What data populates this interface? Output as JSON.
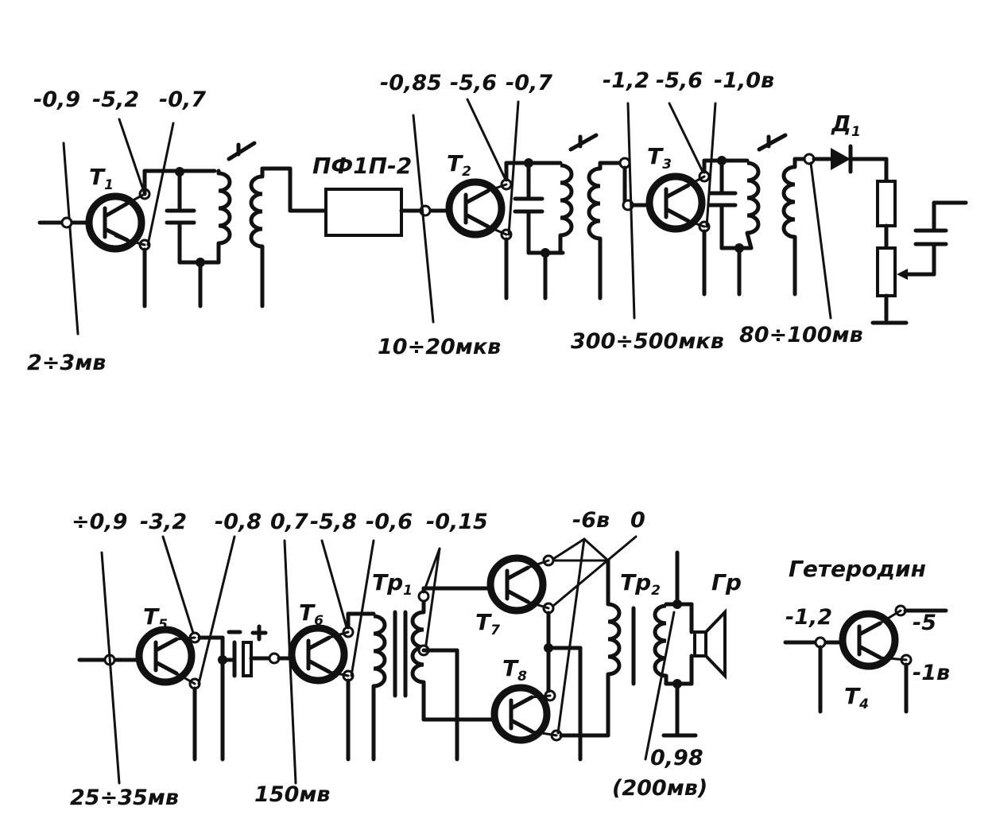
{
  "voltages": {
    "t1_base": "-0,9",
    "t1_collector": "-5,2",
    "t1_emitter": "-0,7",
    "t2_base": "-0,85",
    "t2_collector": "-5,6",
    "t2_emitter": "-0,7",
    "t3_base": "-1,2",
    "t3_collector": "-5,6",
    "t3_emitter": "-1,0в",
    "t5_base": "÷0,9",
    "t5_collector": "-3,2",
    "t5_emitter": "-0,8",
    "t6_base": "0,7",
    "t6_collector": "-5,8",
    "t6_emitter": "-0,6",
    "tr1_tap": "-0,15",
    "push_pull_supply": "-6в",
    "push_pull_zero": "0",
    "t4_base": "-1,2",
    "t4_collector": "-5",
    "t4_emitter": "-1в"
  },
  "signals": {
    "input": "2÷3мв",
    "after_filter": "10÷20мкв",
    "after_t2": "300÷500мкв",
    "before_detector": "80÷100мв",
    "t5_input": "25÷35мв",
    "t6_input": "150мв",
    "speaker": "0,98",
    "speaker_voltage": "(200мв)"
  },
  "components": {
    "filter": "ПФ1П-2",
    "diode": "Д",
    "diode_index": "1",
    "t1": "Т",
    "t1_index": "1",
    "t2": "Т",
    "t2_index": "2",
    "t3": "Т",
    "t3_index": "3",
    "t4": "Т",
    "t4_index": "4",
    "t5": "Т",
    "t5_index": "5",
    "t6": "Т",
    "t6_index": "6",
    "t7": "Т",
    "t7_index": "7",
    "t8": "Т",
    "t8_index": "8",
    "tr1": "Тр",
    "tr1_index": "1",
    "tr2": "Тр",
    "tr2_index": "2",
    "speaker": "Гр",
    "heterodyne": "Гетеродин"
  }
}
